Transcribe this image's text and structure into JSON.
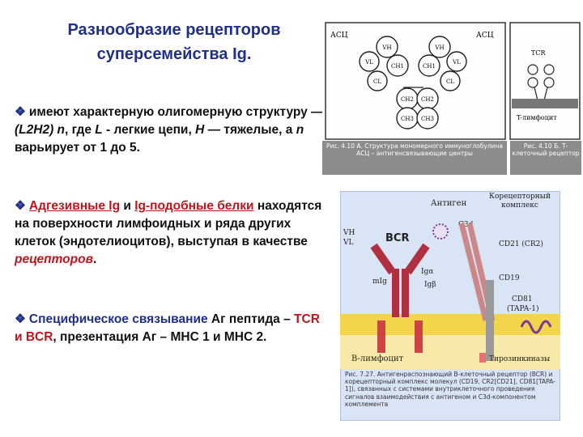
{
  "slide": {
    "title_line1": "Разнообразие рецепторов",
    "title_line2": "суперсемейства Ig."
  },
  "bullets": {
    "b1": {
      "text1": "имеют характерную олигомерную структуру — ",
      "formula": "(L2H2) n",
      "text2": ", где ",
      "L": "L",
      "text3": " - легкие цепи, ",
      "H": "H",
      "text4": " — тяжелые, а ",
      "n": "n",
      "text5": " варьирует от 1 до 5."
    },
    "b2": {
      "part1": "Адгезивные Ig",
      "part2": " и ",
      "part3": "Ig-подобные белки",
      "part4": " находятся на поверхности лимфоидных и ряда других клеток (эндотелиоцитов), выступая в качестве ",
      "part5": "рецепторов",
      "part6": "."
    },
    "b3": {
      "part1": "Специфическое связывание",
      "part2": " Аг пептида – ",
      "part3": "TCR и BCR",
      "part4": ", презентация Аг – МНС 1 и МНС 2."
    }
  },
  "figure_top": {
    "acts_left": "АСЦ",
    "acts_right": "АСЦ",
    "vh": "VH",
    "vl": "VL",
    "ch1": "CH1",
    "cl": "CL",
    "ch2": "CH2",
    "ch3": "CH3",
    "tcr_label": "TCR",
    "tcell_label": "T-лимфоцит",
    "caption_left": "Рис. 4.10 А. Структура мономерного иммуноглобулина АСЦ – антигенсвязывающие центры",
    "caption_right": "Рис. 4.10 Б. Т-клеточный рецептор"
  },
  "figure_bottom": {
    "antigen": "Антиген",
    "coreceptor": "Корецепторный комплекс",
    "c3d": "C3d",
    "vh": "VH",
    "vl": "VL",
    "bcr": "BCR",
    "cd21": "CD21 (CR2)",
    "iga": "Igα",
    "igb": "Igβ",
    "mig": "mIg",
    "cd19": "CD19",
    "cd81": "CD81",
    "tapa": "(TAPA-1)",
    "blymph": "B-лимфоцит",
    "tyrosine": "Тирозинкиназы",
    "caption": "Рис. 7.27. Антигенраспознающий В-клеточный рецептор (BCR) и корецепторный комплекс молекул (CD19, CR2[CD21], CD81[TAPA-1]), связанных с системами внутриклеточного проведения сигналов взаимодействия с антигеном и C3d-компонентом комплемента"
  },
  "colors": {
    "title_blue": "#1f2f8c",
    "accent_red": "#c0141c",
    "membrane_yellow": "#f2d54a",
    "panel_blue": "#d9e4f5"
  }
}
